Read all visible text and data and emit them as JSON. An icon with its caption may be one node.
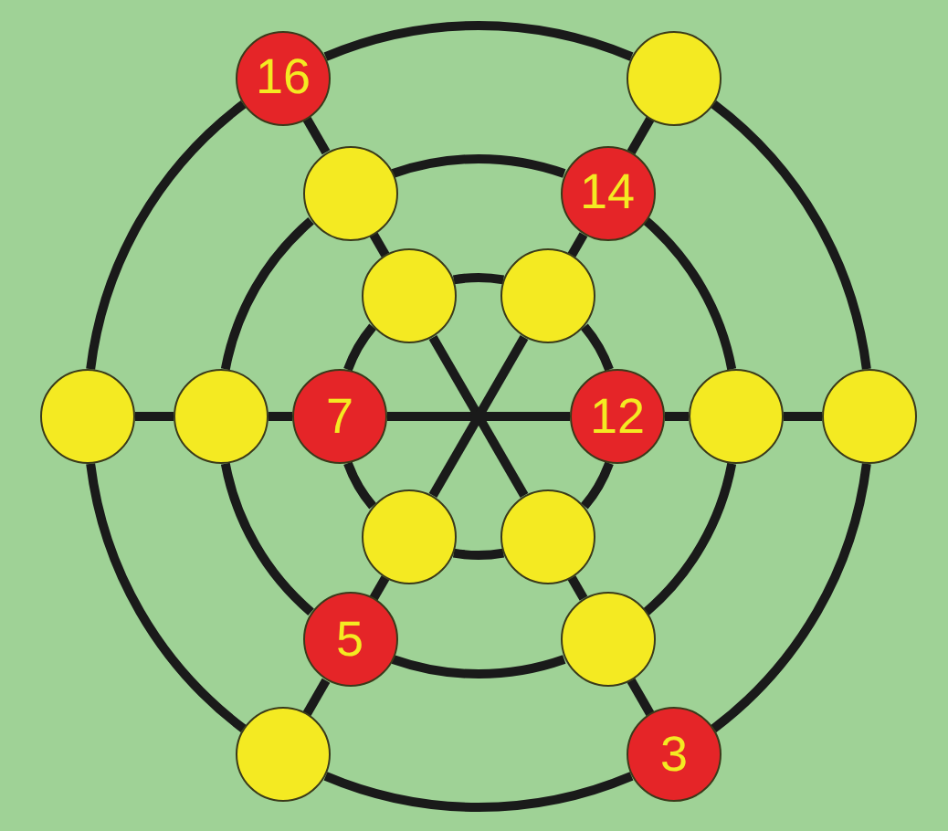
{
  "diagram": {
    "nodes": [
      {
        "text": [
          "16"
        ]
      },
      {
        "text": [],
        "shape": "circle"
      },
      {
        "text": [],
        "shape": "circle"
      },
      {
        "text": [
          "14"
        ]
      },
      {
        "text": [],
        "shape": "circle"
      },
      {
        "text": [],
        "shape": "circle"
      },
      {
        "text": [],
        "shape": "circle"
      },
      {
        "text": [],
        "shape": "circle"
      },
      {
        "text": [
          "7"
        ]
      },
      {
        "text": [
          "12"
        ]
      },
      {
        "text": [],
        "shape": "circle"
      },
      {
        "text": [],
        "shape": "circle"
      },
      {
        "text": [],
        "shape": "circle"
      },
      {
        "text": [],
        "shape": "circle"
      },
      {
        "text": [
          "5"
        ]
      },
      {
        "text": [],
        "shape": "circle"
      },
      {
        "text": [],
        "shape": "circle"
      },
      {
        "text": [
          "3"
        ]
      }
    ],
    "edges": [
      {
        "from": 0,
        "to": 2,
        "arrow": "none"
      },
      {
        "from": 2,
        "to": 4,
        "arrow": "none"
      },
      {
        "from": 1,
        "to": 3,
        "arrow": "none"
      },
      {
        "from": 3,
        "to": 5,
        "arrow": "none"
      },
      {
        "from": 6,
        "to": 7,
        "arrow": "none"
      },
      {
        "from": 7,
        "to": 8,
        "arrow": "none"
      },
      {
        "from": 9,
        "to": 10,
        "arrow": "none"
      },
      {
        "from": 10,
        "to": 11,
        "arrow": "none"
      },
      {
        "from": 12,
        "to": 14,
        "arrow": "none"
      },
      {
        "from": 14,
        "to": 16,
        "arrow": "none"
      },
      {
        "from": 13,
        "to": 15,
        "arrow": "none"
      },
      {
        "from": 15,
        "to": 17,
        "arrow": "none"
      },
      {
        "from": 4,
        "to": 13,
        "arrow": "none"
      },
      {
        "from": 5,
        "to": 12,
        "arrow": "none"
      },
      {
        "from": 8,
        "to": 9,
        "arrow": "none"
      },
      {
        "from": 11,
        "to": 1,
        "arrow": "none"
      },
      {
        "from": 1,
        "to": 0,
        "arrow": "none"
      },
      {
        "from": 0,
        "to": 6,
        "arrow": "none"
      },
      {
        "from": 6,
        "to": 16,
        "arrow": "none"
      },
      {
        "from": 16,
        "to": 17,
        "arrow": "none"
      },
      {
        "from": 17,
        "to": 11,
        "arrow": "none"
      },
      {
        "from": 10,
        "to": 3,
        "arrow": "none"
      },
      {
        "from": 3,
        "to": 2,
        "arrow": "none"
      },
      {
        "from": 2,
        "to": 7,
        "arrow": "none"
      },
      {
        "from": 7,
        "to": 14,
        "arrow": "none"
      },
      {
        "from": 14,
        "to": 15,
        "arrow": "none"
      },
      {
        "from": 15,
        "to": 10,
        "arrow": "none"
      },
      {
        "from": 9,
        "to": 5,
        "arrow": "none"
      },
      {
        "from": 5,
        "to": 4,
        "arrow": "none"
      },
      {
        "from": 4,
        "to": 8,
        "arrow": "none"
      },
      {
        "from": 8,
        "to": 12,
        "arrow": "none"
      },
      {
        "from": 12,
        "to": 13,
        "arrow": "none"
      },
      {
        "from": 13,
        "to": 9,
        "arrow": "none"
      }
    ]
  }
}
